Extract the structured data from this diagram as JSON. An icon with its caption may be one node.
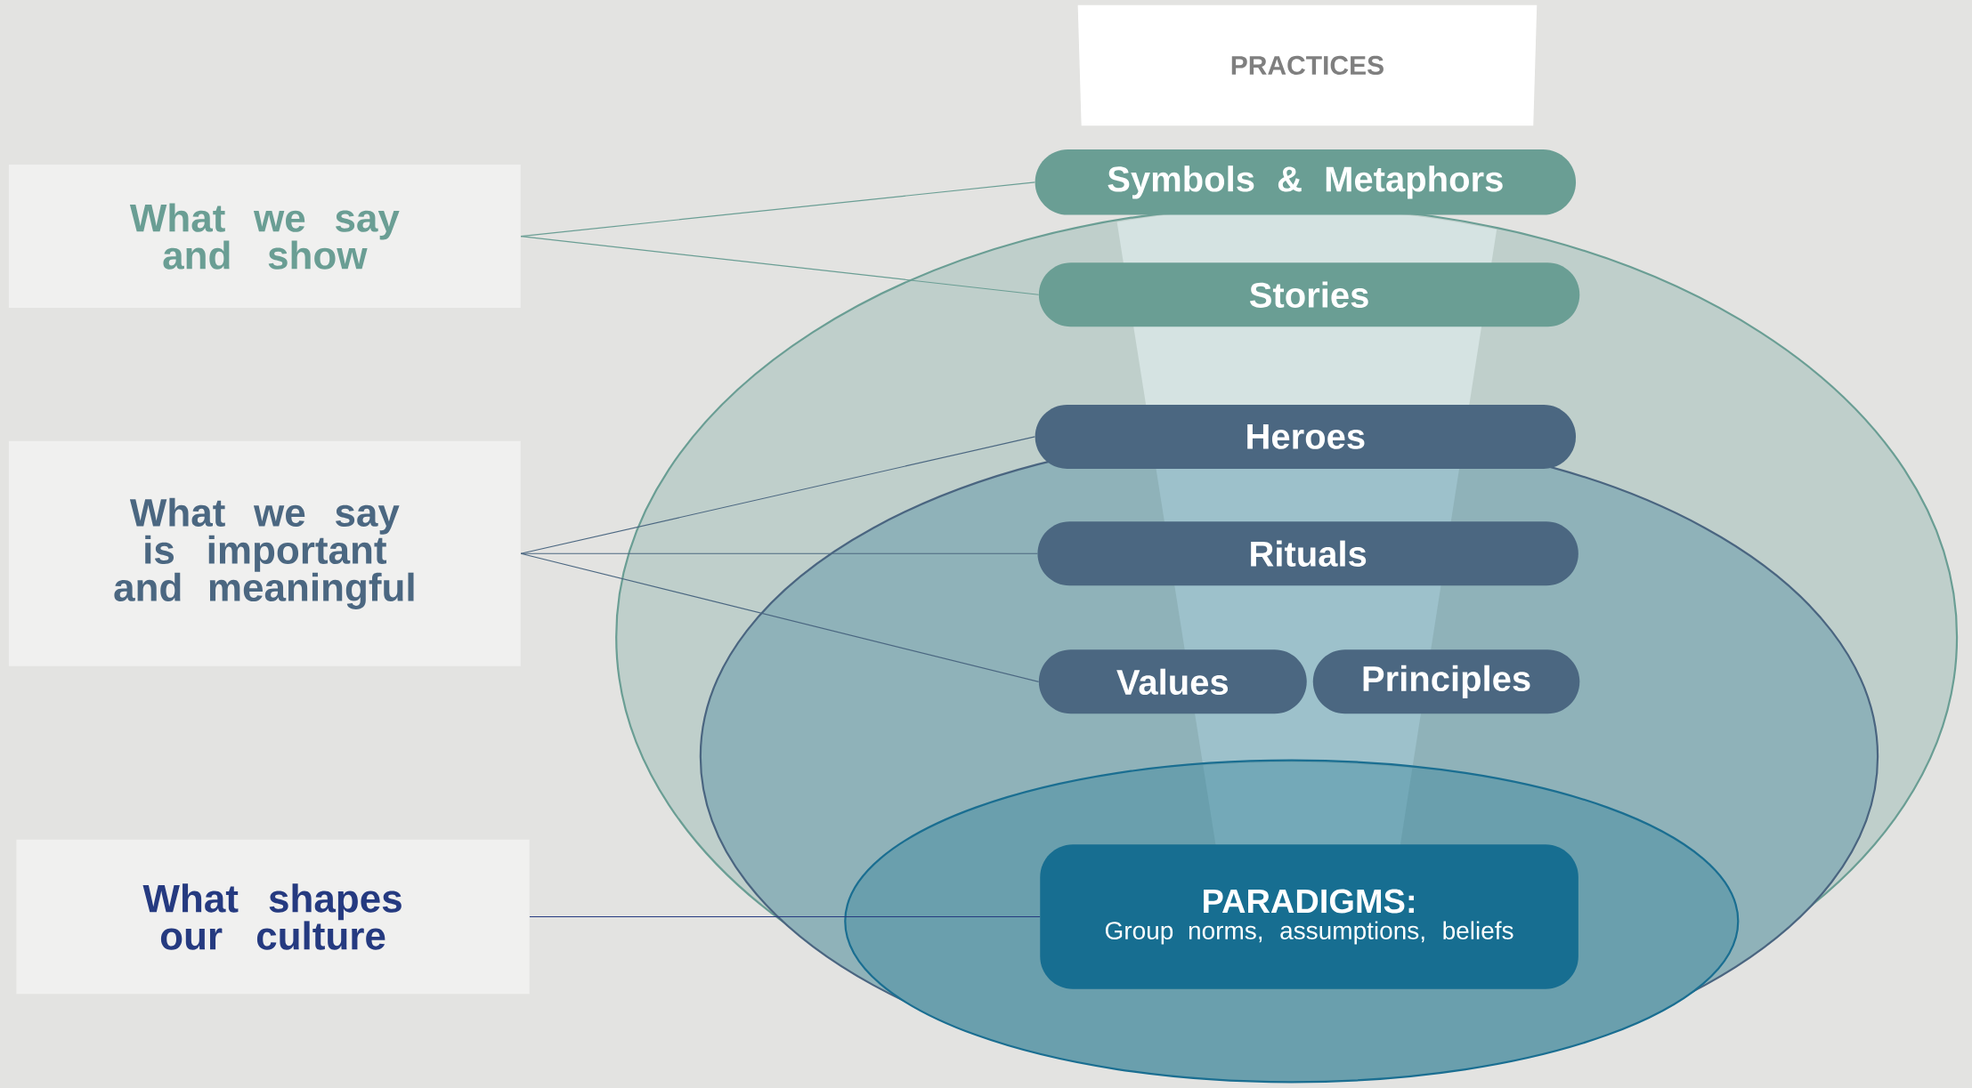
{
  "diagram": {
    "nodes": [
      {
        "text": [
          "PRACTICES"
        ]
      },
      {
        "text": [
          "What we say and show"
        ]
      },
      {
        "text": [
          "Symbols & Metaphors"
        ]
      },
      {
        "text": [
          "Stories"
        ]
      },
      {
        "text": [
          "What we say is important and meaningful"
        ]
      },
      {
        "text": [
          "Heroes"
        ]
      },
      {
        "text": [
          "Rituals"
        ]
      },
      {
        "text": [
          "Values"
        ]
      },
      {
        "text": [
          "Principles"
        ]
      },
      {
        "text": [
          "What shapes our culture"
        ]
      },
      {
        "text": [
          "PARADIGMS:",
          "Group norms, assumptions, beliefs"
        ]
      }
    ],
    "edges": [
      {
        "from": 1,
        "to": 2,
        "arrow": "none",
        "color": "#6a9e94"
      },
      {
        "from": 1,
        "to": 3,
        "arrow": "none",
        "color": "#6a9e94"
      },
      {
        "from": 4,
        "to": 5,
        "arrow": "none",
        "color": "#4b6781"
      },
      {
        "from": 4,
        "to": 6,
        "arrow": "none",
        "color": "#4b6781"
      },
      {
        "from": 4,
        "to": 7,
        "arrow": "none",
        "color": "#4b6781"
      },
      {
        "from": 9,
        "to": 10,
        "arrow": "none",
        "color": "#253a80"
      }
    ]
  }
}
